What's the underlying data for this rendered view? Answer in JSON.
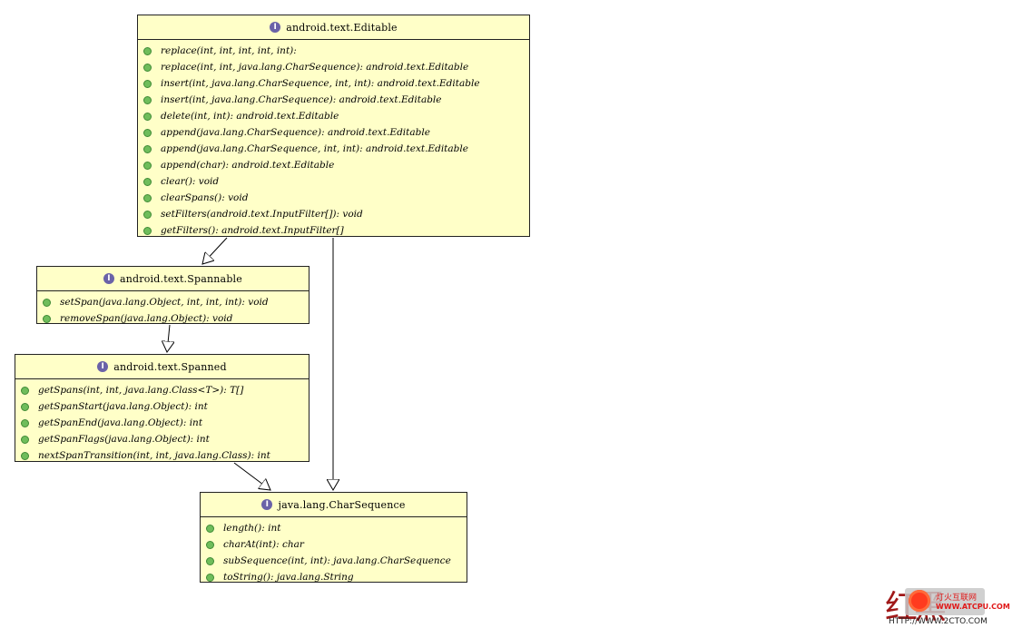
{
  "interfaces": {
    "editable": {
      "name": "android.text.Editable",
      "ops": [
        "replace(int,  int,  int,  int,  int):",
        "replace(int,  int,  java.lang.CharSequence):  android.text.Editable",
        "insert(int,  java.lang.CharSequence,  int,  int):  android.text.Editable",
        "insert(int,  java.lang.CharSequence):  android.text.Editable",
        "delete(int,  int):  android.text.Editable",
        "append(java.lang.CharSequence):  android.text.Editable",
        "append(java.lang.CharSequence,  int,  int):  android.text.Editable",
        "append(char):  android.text.Editable",
        "clear():  void",
        "clearSpans():  void",
        "setFilters(android.text.InputFilter[]):  void",
        "getFilters():  android.text.InputFilter[]"
      ]
    },
    "spannable": {
      "name": "android.text.Spannable",
      "ops": [
        "setSpan(java.lang.Object,  int,  int,  int):  void",
        "removeSpan(java.lang.Object):  void"
      ]
    },
    "spanned": {
      "name": "android.text.Spanned",
      "ops": [
        "getSpans(int,  int,  java.lang.Class<T>):  T[]",
        "getSpanStart(java.lang.Object):  int",
        "getSpanEnd(java.lang.Object):  int",
        "getSpanFlags(java.lang.Object):  int",
        "nextSpanTransition(int,  int,  java.lang.Class):  int"
      ]
    },
    "charsequence": {
      "name": "java.lang.CharSequence",
      "ops": [
        "length():  int",
        "charAt(int):  char",
        "subSequence(int,  int):  java.lang.CharSequence",
        "toString():  java.lang.String"
      ]
    }
  },
  "relations": [
    {
      "from": "android.text.Editable",
      "to": "android.text.Spannable",
      "type": "extends"
    },
    {
      "from": "android.text.Editable",
      "to": "java.lang.CharSequence",
      "type": "extends"
    },
    {
      "from": "android.text.Spannable",
      "to": "android.text.Spanned",
      "type": "extends"
    },
    {
      "from": "android.text.Spanned",
      "to": "java.lang.CharSequence",
      "type": "extends"
    }
  ],
  "icons": {
    "interface_icon": "interface-i-icon",
    "operation_icon": "public-operation-icon",
    "interface_letter": "I"
  },
  "colors": {
    "box_fill": "#ffffc8",
    "interface_icon": "#6a62a8",
    "operation_dot": "#6fbd5b"
  },
  "watermark": {
    "badge_line1": "灯火互联网",
    "badge_line2": "WWW.ATCPU.COM",
    "url": "HTTP://WWW.2CTO.COM"
  }
}
